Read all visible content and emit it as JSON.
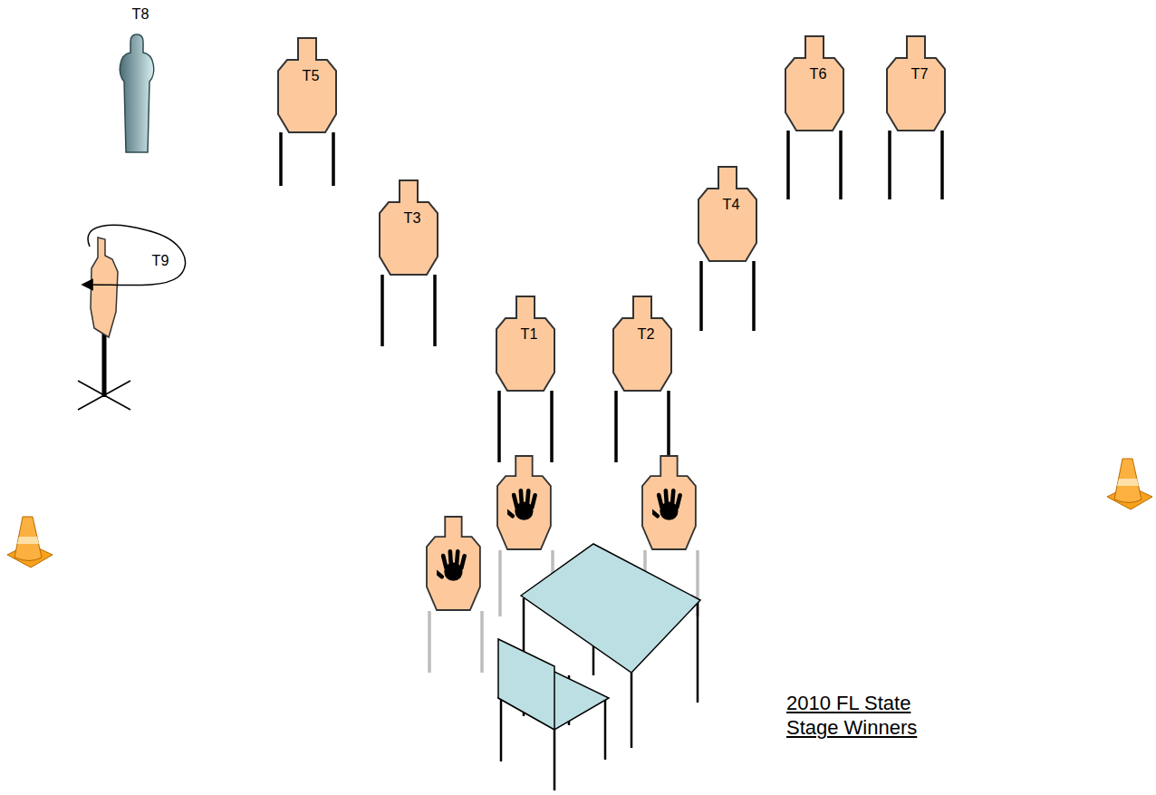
{
  "diagram": {
    "caption": "2010 FL State Stage Winners",
    "nodes": [
      {
        "text": [
          "T8"
        ]
      },
      {
        "text": [
          "T5"
        ]
      },
      {
        "text": [
          "T6"
        ]
      },
      {
        "text": [
          "T7"
        ]
      },
      {
        "text": [
          "T4"
        ]
      },
      {
        "text": [
          "T3"
        ]
      },
      {
        "text": [
          "T9"
        ]
      },
      {
        "text": [
          "T1"
        ]
      },
      {
        "text": [
          "T2"
        ]
      }
    ]
  }
}
